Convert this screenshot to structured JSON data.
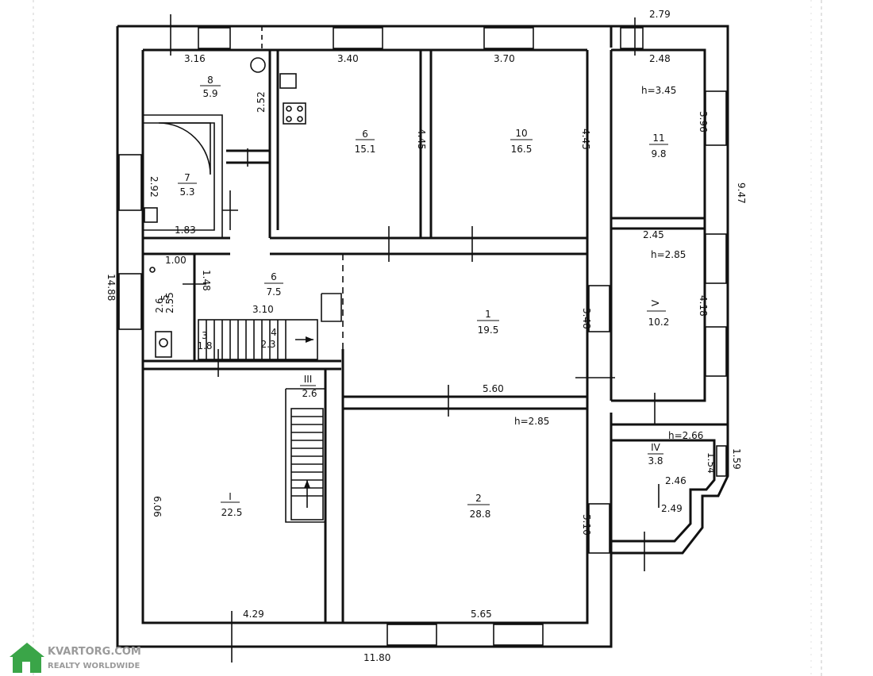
{
  "rooms": {
    "r1": {
      "num": "1",
      "area": "19.5"
    },
    "r2": {
      "num": "2",
      "area": "28.8"
    },
    "rI": {
      "num": "I",
      "area": "22.5"
    },
    "r6": {
      "num": "6",
      "area": "7.5"
    },
    "r7": {
      "num": "7",
      "area": "5.3"
    },
    "r8": {
      "num": "8",
      "area": "5.9"
    },
    "r9": {
      "num": "9",
      "area": "15.1"
    },
    "r10": {
      "num": "10",
      "area": "16.5"
    },
    "r11": {
      "num": "11",
      "area": "9.8"
    },
    "rV": {
      "num": "V",
      "area": "10.2"
    },
    "rIV": {
      "num": "IV",
      "area": "3.8"
    },
    "rIII": {
      "num": "III",
      "area": "2.6"
    },
    "r5": {
      "num": "5",
      "area": "2.6"
    },
    "r4": {
      "num": "4",
      "area": "2.3"
    },
    "r3": {
      "num": "3",
      "area": "1.8"
    }
  },
  "dimensions": {
    "d_3_16": "3.16",
    "d_3_40": "3.40",
    "d_3_70": "3.70",
    "d_2_79": "2.79",
    "d_2_48": "2.48",
    "d_2_52": "2.52",
    "d_4_45a": "4.45",
    "d_4_45b": "4.45",
    "d_3_96": "3.96",
    "d_2_92": "2.92",
    "d_1_83": "1.83",
    "d_9_47": "9.47",
    "d_2_45": "2.45",
    "d_1_00": "1.00",
    "d_1_48": "1.48",
    "d_14_88": "14.88",
    "d_2_55": "2.55",
    "d_3_10": "3.10",
    "d_3_48": "3.48",
    "d_4_18": "4.18",
    "d_5_60": "5.60",
    "d_6_06": "6.06",
    "d_5_10": "5.10",
    "d_4_29": "4.29",
    "d_5_65": "5.65",
    "d_11_80": "11.80",
    "d_2_46": "2.46",
    "d_2_49": "2.49",
    "d_1_54": "1.54",
    "d_1_59": "1.59"
  },
  "heights": {
    "h11": "h=3.45",
    "hV": "h=2.85",
    "h2": "h=2.85",
    "hIV": "h=2.66"
  },
  "logo": {
    "line1": "KVARTORG.COM",
    "line2": "REALTY WORLDWIDE"
  },
  "colors": {
    "ink": "#111111",
    "logo_green": "#3aa548"
  }
}
